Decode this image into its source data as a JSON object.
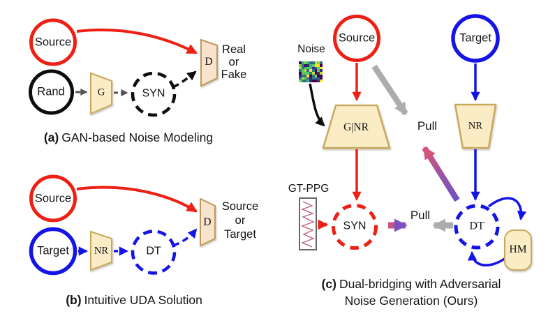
{
  "colors": {
    "red": "#ee1f14",
    "blue": "#1414e6",
    "black": "#0d0d0d",
    "dark_gray_arrow": "#565656",
    "light_gray_arrow": "#acacac",
    "pink": "#d2547b",
    "purple": "#7b52c2",
    "box_fill": "#faecc5",
    "box_border": "#c9a95f",
    "discriminator_fill": "#f9e3cc",
    "discriminator_border": "#bf9a5e"
  },
  "panel_a": {
    "caption_prefix": "(a)",
    "caption_text": "GAN-based Noise Modeling",
    "source_label": "Source",
    "rand_label": "Rand",
    "generator_label": "G",
    "syn_label": "SYN",
    "discriminator_label": "D",
    "output_lines": [
      "Real",
      "or",
      "Fake"
    ]
  },
  "panel_b": {
    "caption_prefix": "(b)",
    "caption_text": "Intuitive UDA Solution",
    "source_label": "Source",
    "target_label": "Target",
    "nr_label": "NR",
    "dt_label": "DT",
    "discriminator_label": "D",
    "output_lines": [
      "Source",
      "or",
      "Target"
    ]
  },
  "panel_c": {
    "caption_prefix": "(c)",
    "caption_line1": "Dual-bridging with Adversarial",
    "caption_line2": "Noise Generation (Ours)",
    "noise_label": "Noise",
    "gtppg_label": "GT-PPG",
    "source_label": "Source",
    "target_label": "Target",
    "gnr_label": "G|NR",
    "nr_label": "NR",
    "syn_label": "SYN",
    "dt_label": "DT",
    "hm_label": "HM",
    "pull_top_label": "Pull",
    "pull_bottom_label": "Pull"
  },
  "noise_thumbnail_palette": [
    "#440154",
    "#3b2c6e",
    "#31688e",
    "#2a788e",
    "#35b779",
    "#5ec962",
    "#8fd744",
    "#bddf26",
    "#fde725"
  ]
}
